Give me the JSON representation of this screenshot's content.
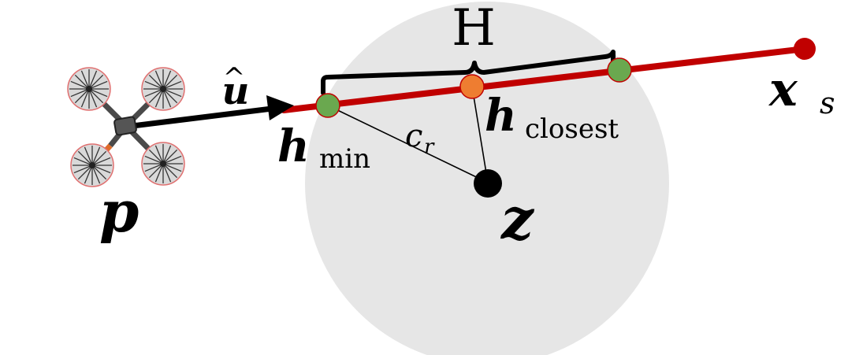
{
  "labels": {
    "brace": "H",
    "direction_symbol": "u",
    "direction_hat": "^",
    "h_min_base": "h",
    "h_min_sub": "min",
    "h_closest_base": "h",
    "h_closest_sub": "closest",
    "radius_base": "c",
    "radius_sub": "r",
    "center": "z",
    "start": "p",
    "target_base": "x",
    "target_sub": "s"
  },
  "colors": {
    "sphere": "#e6e6e6",
    "path": "#c00000",
    "point_green": "#6aa84f",
    "point_orange": "#ee7d31",
    "arrow": "#000000",
    "center": "#000000"
  }
}
